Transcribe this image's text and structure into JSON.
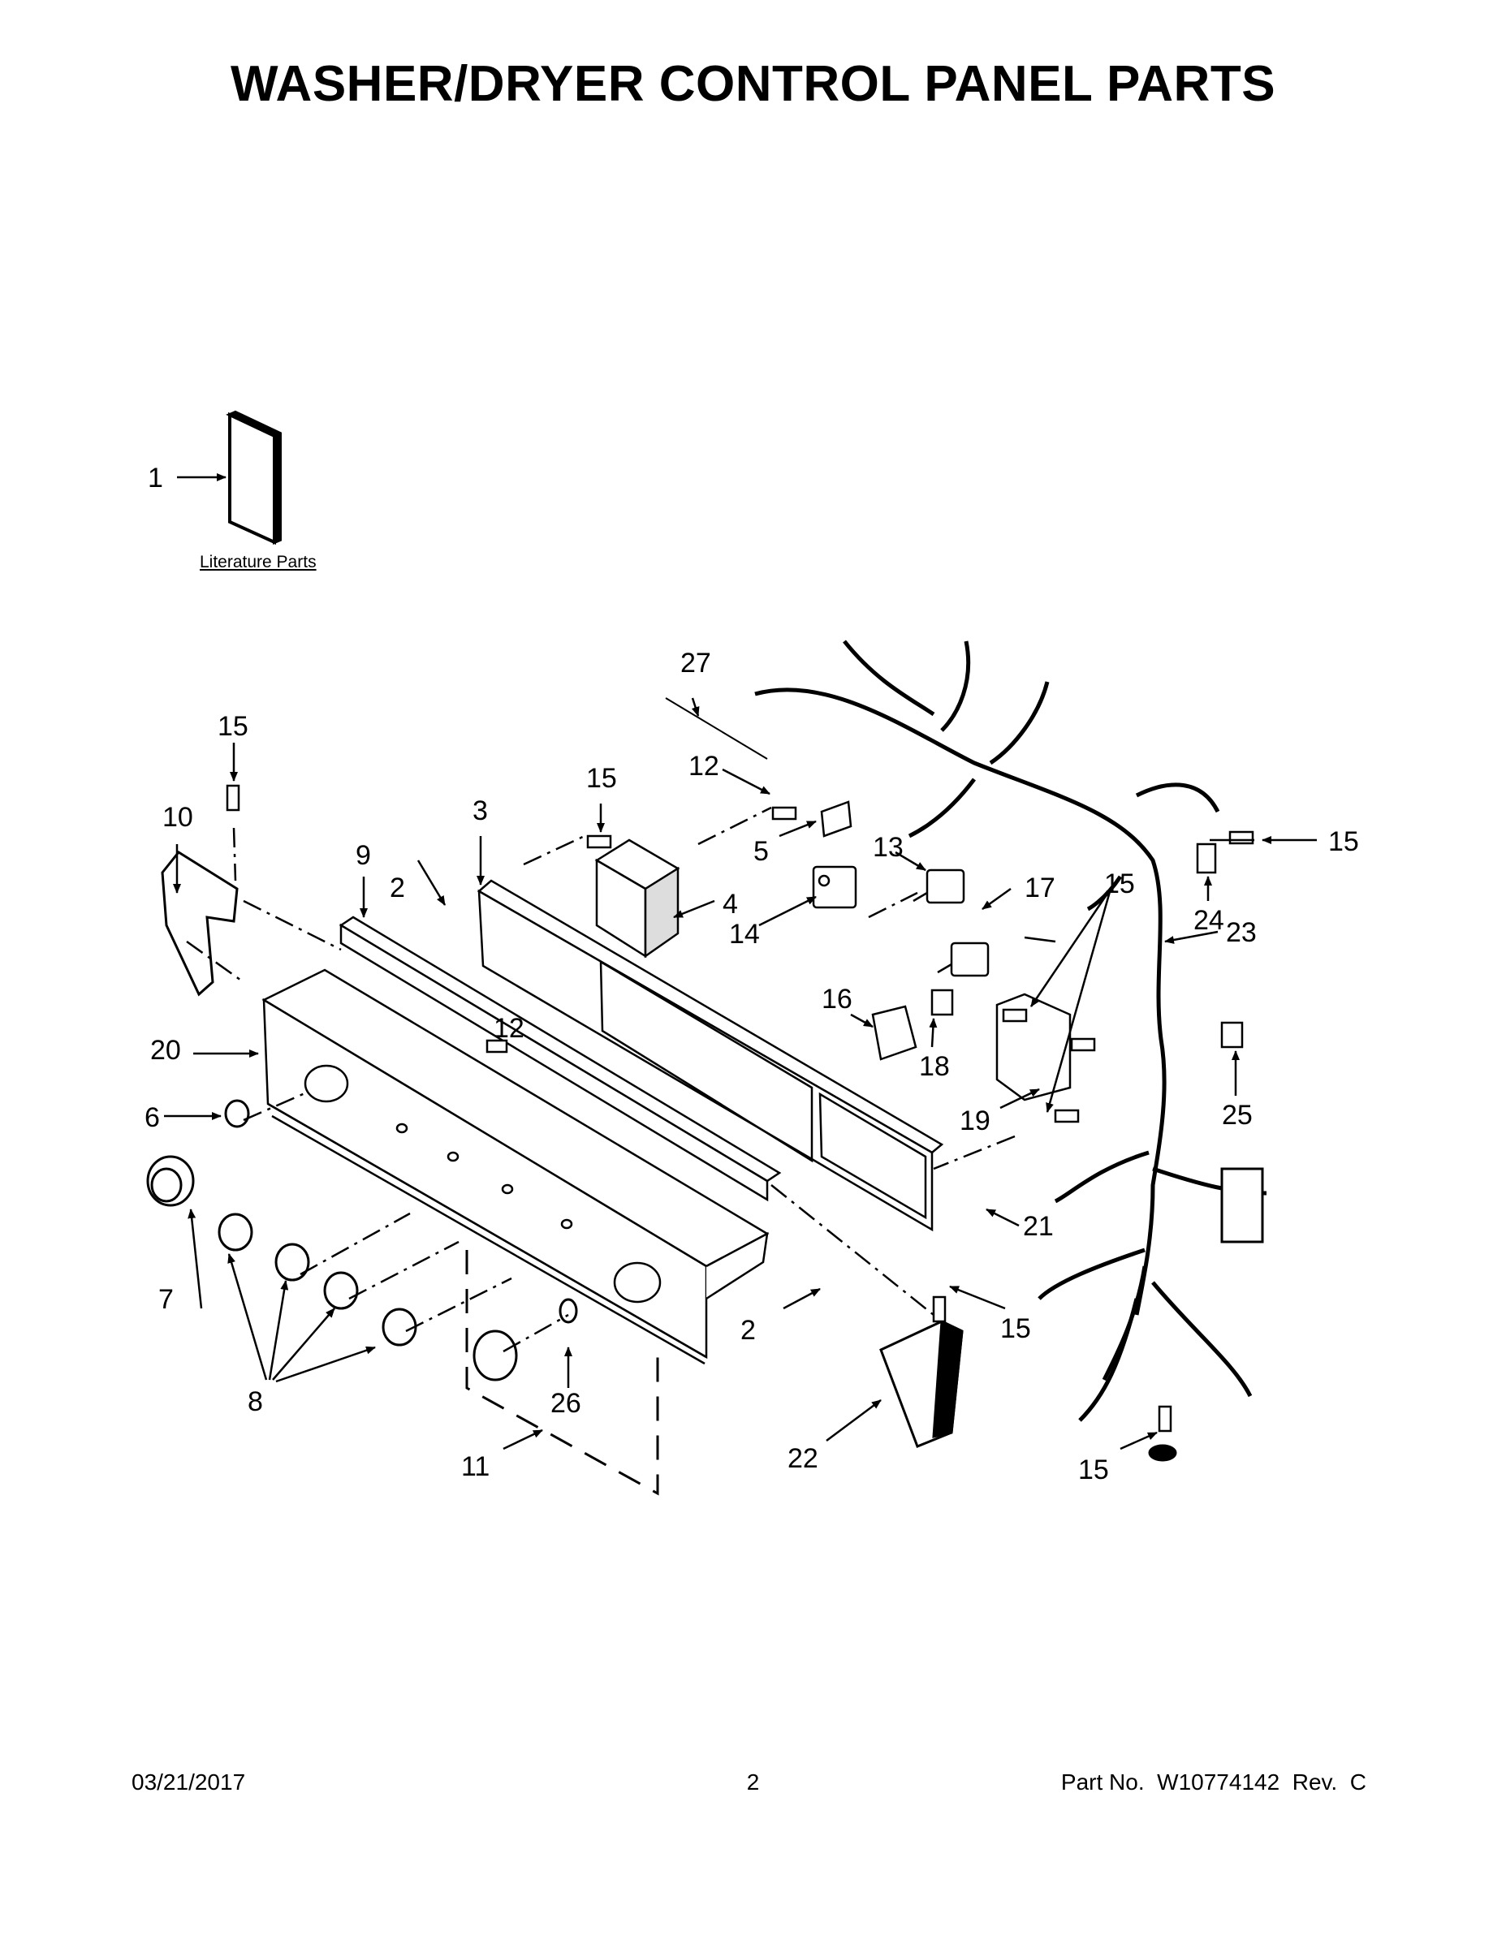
{
  "title": "WASHER/DRYER CONTROL PANEL PARTS",
  "literature_label": "Literature Parts",
  "callouts": {
    "c1": "1",
    "c2a": "2",
    "c2b": "2",
    "c3": "3",
    "c4": "4",
    "c5": "5",
    "c6": "6",
    "c7": "7",
    "c8": "8",
    "c9": "9",
    "c10": "10",
    "c11": "11",
    "c12a": "12",
    "c12b": "12",
    "c13": "13",
    "c14": "14",
    "c15a": "15",
    "c15b": "15",
    "c15c": "15",
    "c15d": "15",
    "c15e": "15",
    "c15f": "15",
    "c16": "16",
    "c17": "17",
    "c18": "18",
    "c19": "19",
    "c20": "20",
    "c21": "21",
    "c22": "22",
    "c23": "23",
    "c24": "24",
    "c25": "25",
    "c26": "26",
    "c27": "27"
  },
  "footer": {
    "date": "03/21/2017",
    "page": "2",
    "part_number": "Part No.  W10774142  Rev.  C"
  }
}
